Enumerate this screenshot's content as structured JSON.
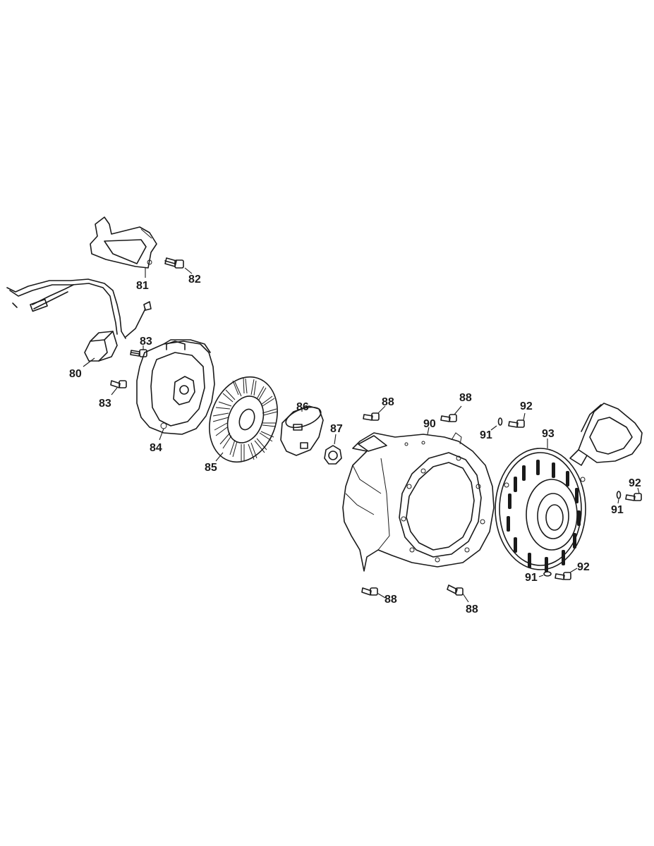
{
  "callouts": {
    "c80": "80",
    "c81": "81",
    "c82": "82",
    "c83a": "83",
    "c83b": "83",
    "c84": "84",
    "c85": "85",
    "c86": "86",
    "c87": "87",
    "c88a": "88",
    "c88b": "88",
    "c88c": "88",
    "c88d": "88",
    "c90": "90",
    "c91a": "91",
    "c91b": "91",
    "c91c": "91",
    "c92a": "92",
    "c92b": "92",
    "c92c": "92",
    "c93": "93"
  }
}
